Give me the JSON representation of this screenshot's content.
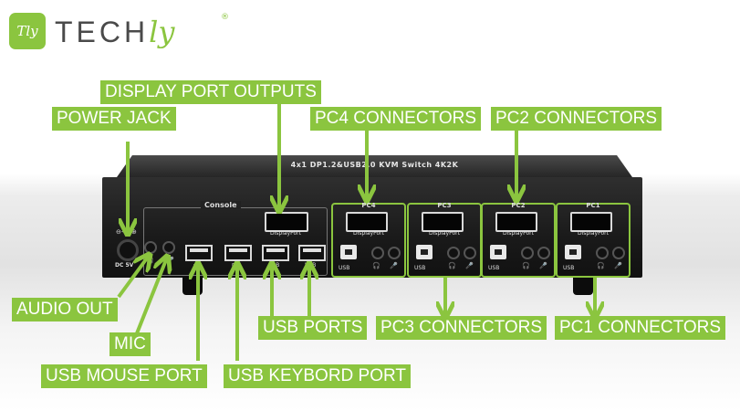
{
  "brand": {
    "logo_badge": "Tly",
    "name_main": "TECH",
    "name_tail": "ly",
    "registered": "®"
  },
  "device": {
    "top_label": "4x1 DP1.2&USB2.0 KVM Switch 4K2K",
    "console_label": "Console",
    "console_dp_label": "DisplayPort",
    "usb_label_1": "USB",
    "usb_label_2": "USB",
    "dc_label": "DC 5V",
    "pcs": [
      {
        "name": "PC4",
        "dp_label": "DisplayPort",
        "usb_label": "USB"
      },
      {
        "name": "PC3",
        "dp_label": "DisplayPort",
        "usb_label": "USB"
      },
      {
        "name": "PC2",
        "dp_label": "DisplayPort",
        "usb_label": "USB"
      },
      {
        "name": "PC1",
        "dp_label": "DisplayPort",
        "usb_label": "USB"
      }
    ]
  },
  "callouts": {
    "display_port_outputs": "DISPLAY PORT OUTPUTS",
    "power_jack": "POWER JACK",
    "pc4_connectors": "PC4 CONNECTORS",
    "pc2_connectors": "PC2 CONNECTORS",
    "audio_out": "AUDIO OUT",
    "mic": "MIC",
    "usb_mouse_port": "USB MOUSE PORT",
    "usb_keybord_port": "USB KEYBORD PORT",
    "usb_ports": "USB PORTS",
    "pc3_connectors": "PC3 CONNECTORS",
    "pc1_connectors": "PC1 CONNECTORS"
  },
  "colors": {
    "accent": "#8bc53f",
    "device": "#1f1f1f"
  }
}
